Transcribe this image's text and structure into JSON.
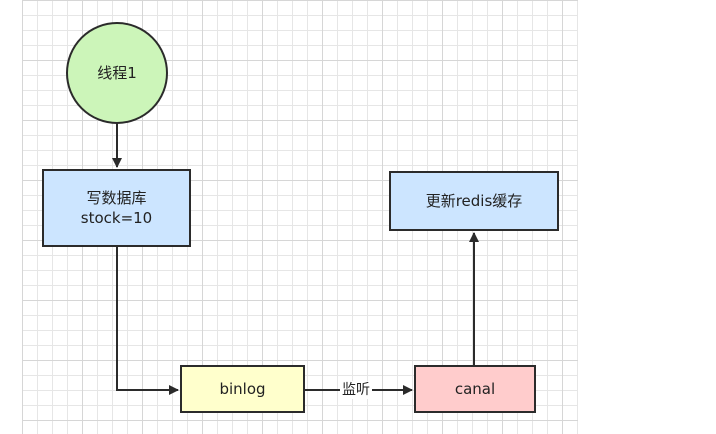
{
  "nodes": {
    "thread": {
      "label": "线程1"
    },
    "write_db": {
      "line1": "写数据库",
      "line2": "stock=10"
    },
    "binlog": {
      "label": "binlog"
    },
    "canal": {
      "label": "canal"
    },
    "update_redis": {
      "label": "更新redis缓存"
    }
  },
  "edges": {
    "listen_label": "监听"
  },
  "colors": {
    "circle_fill": "#ccf5b9",
    "blue_fill": "#cce5ff",
    "yellow_fill": "#ffffcc",
    "pink_fill": "#ffcccc",
    "stroke": "#2b2b2b"
  }
}
